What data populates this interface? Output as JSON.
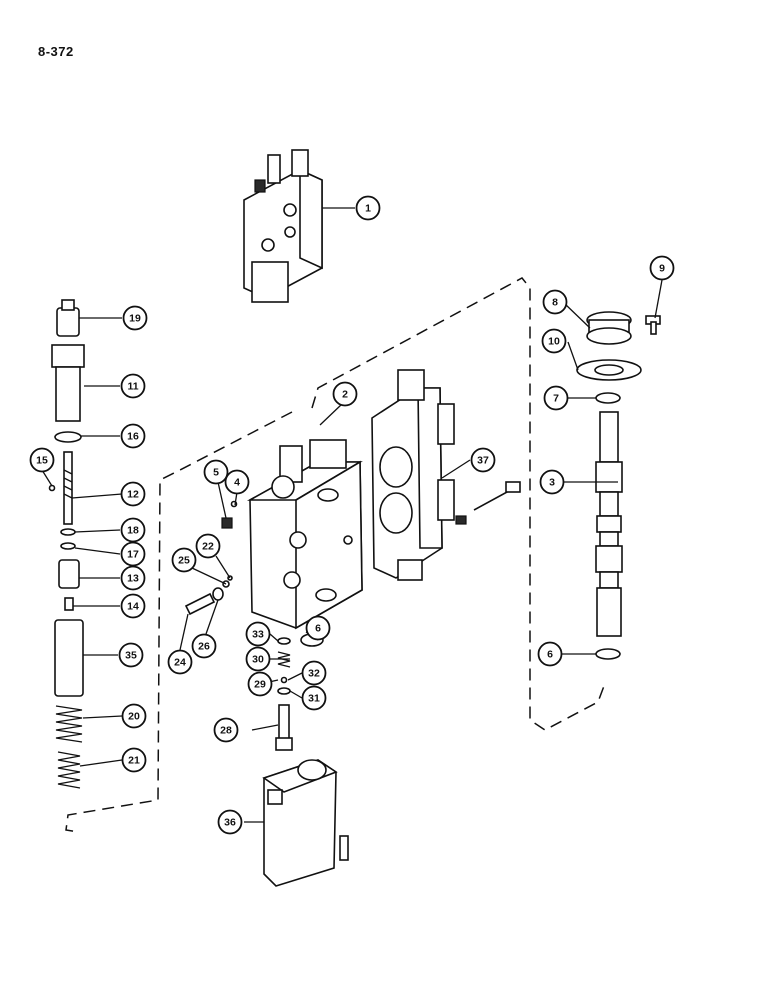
{
  "page_code": "8-372",
  "callouts": [
    {
      "label": "1"
    },
    {
      "label": "2"
    },
    {
      "label": "3"
    },
    {
      "label": "4"
    },
    {
      "label": "5"
    },
    {
      "label": "6"
    },
    {
      "label": "6"
    },
    {
      "label": "7"
    },
    {
      "label": "8"
    },
    {
      "label": "9"
    },
    {
      "label": "10"
    },
    {
      "label": "11"
    },
    {
      "label": "12"
    },
    {
      "label": "13"
    },
    {
      "label": "14"
    },
    {
      "label": "15"
    },
    {
      "label": "16"
    },
    {
      "label": "17"
    },
    {
      "label": "18"
    },
    {
      "label": "19"
    },
    {
      "label": "20"
    },
    {
      "label": "21"
    },
    {
      "label": "22"
    },
    {
      "label": "24"
    },
    {
      "label": "25"
    },
    {
      "label": "26"
    },
    {
      "label": "28"
    },
    {
      "label": "29"
    },
    {
      "label": "30"
    },
    {
      "label": "31"
    },
    {
      "label": "32"
    },
    {
      "label": "33"
    },
    {
      "label": "35"
    },
    {
      "label": "36"
    },
    {
      "label": "37"
    }
  ]
}
